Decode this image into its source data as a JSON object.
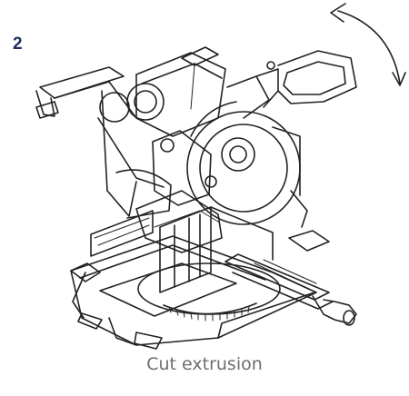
{
  "step": {
    "number": "2"
  },
  "illustration": {
    "subject": "miter-saw-illustration",
    "line_color": "#222222"
  },
  "caption": {
    "text": "Cut extrusion"
  },
  "colors": {
    "step_number": "#1b2e5c",
    "caption": "#6e6e6e",
    "background": "#ffffff"
  }
}
